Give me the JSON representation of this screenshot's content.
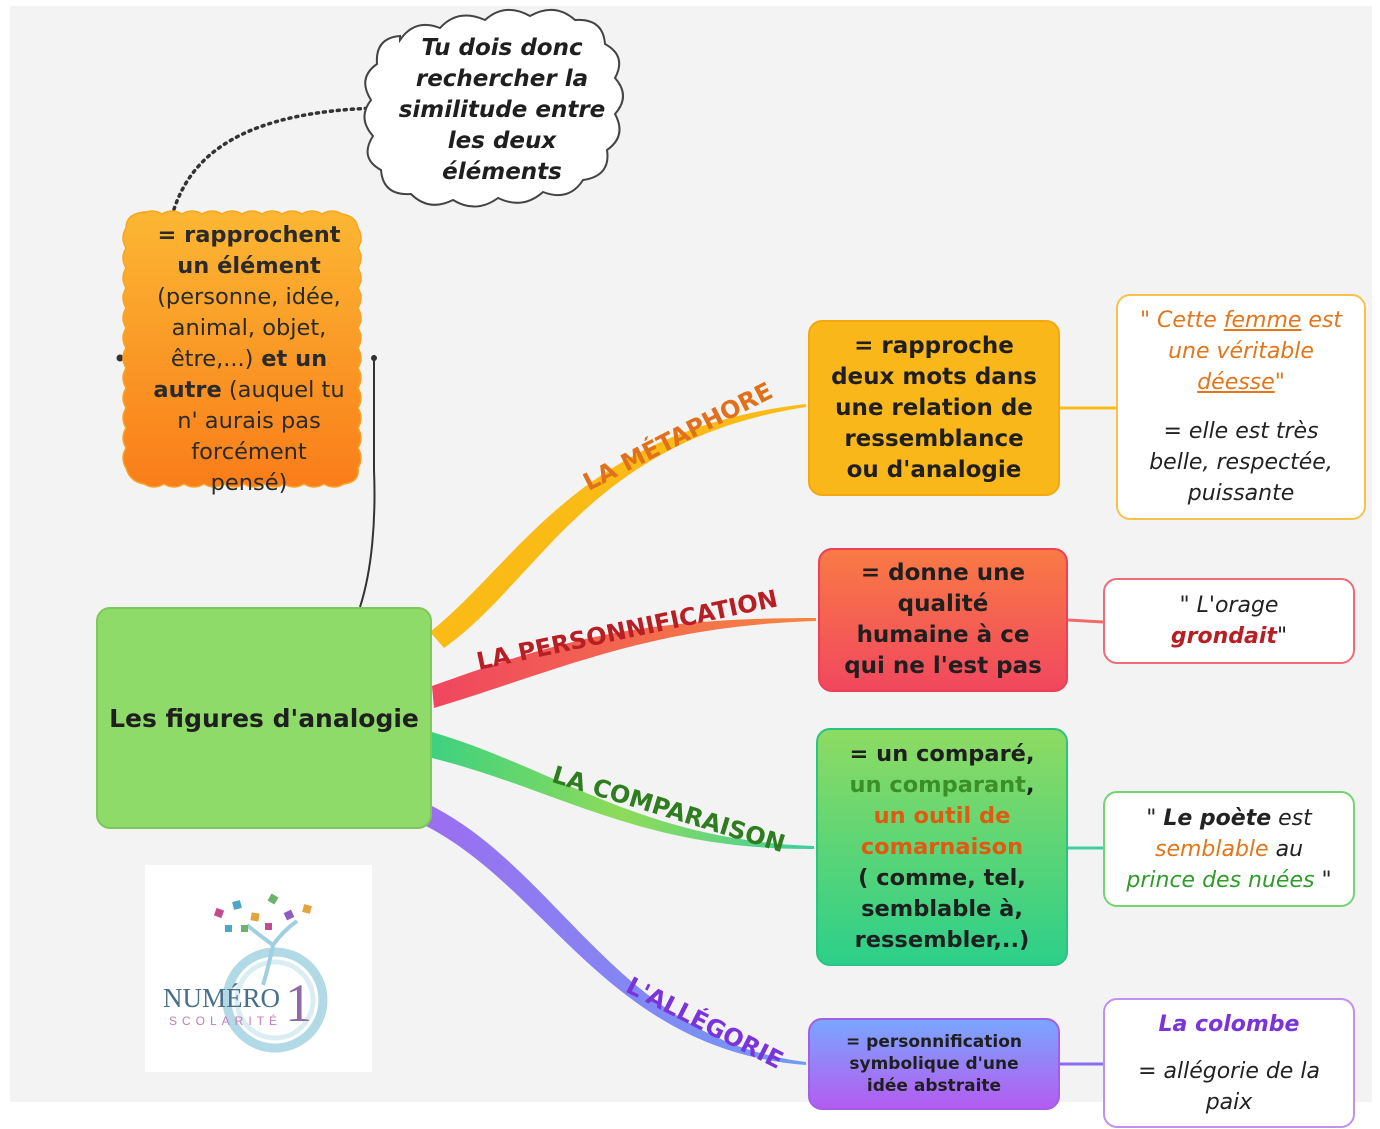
{
  "central": {
    "label": "Les figures d'analogie"
  },
  "cloud_note": {
    "lines": [
      "Tu dois donc",
      "rechercher la",
      "similitude entre",
      "les deux",
      "éléments"
    ]
  },
  "side_note": {
    "l1": "= rapprochent",
    "l2": "un élément",
    "l3": "(personne, idée,",
    "l4": "animal, objet,",
    "l5a": "être,...)",
    "l5b": " et un",
    "l6a": "autre",
    "l6b": " (auquel tu",
    "l7": "n' aurais pas",
    "l8": "forcément",
    "l9": "pensé)"
  },
  "branches": {
    "metaphore": {
      "label": "LA MÉTAPHORE",
      "color": "#e0701b",
      "definition": [
        "= rapproche",
        "deux mots dans",
        "une relation de",
        "ressemblance",
        "ou d'analogie"
      ],
      "example": {
        "q1": "\" Cette ",
        "q2": "femme",
        "q3": " est",
        "q4": "une véritable",
        "q5": "déesse",
        "q6": "\"",
        "e1": "= elle est très",
        "e2": "belle, respectée,",
        "e3": "puissante"
      }
    },
    "personnification": {
      "label": "LA PERSONNIFICATION",
      "color": "#b81f25",
      "definition": [
        "= donne une",
        "qualité",
        "humaine à ce",
        "qui ne l'est pas"
      ],
      "example": {
        "l1": "\" L'orage",
        "l2": "grondait",
        "l3": "\""
      }
    },
    "comparaison": {
      "label": "LA COMPARAISON",
      "color": "#2e7d1e",
      "definition": {
        "l1": "= un comparé,",
        "l2": "un comparant",
        "l2b": ",",
        "l3": "un outil de",
        "l4": "comarnaison",
        "l5": "( comme, tel,",
        "l6": "semblable à,",
        "l7": "ressembler,..)"
      },
      "example": {
        "a": "\" ",
        "b": "Le poète",
        "c": " est",
        "d": "semblable",
        "e": " au",
        "f": "prince des nuées",
        "g": " \""
      }
    },
    "allegorie": {
      "label": "L'ALLÉGORIE",
      "color": "#7b34d9",
      "definition": [
        "= personnification",
        "symbolique d'une",
        "idée abstraite"
      ],
      "example": {
        "title": "La colombe",
        "l1": "= allégorie de la",
        "l2": "paix"
      }
    }
  },
  "logo": {
    "word": "NUMÉRO",
    "digit": "1",
    "sub": "SCOLARITÉ"
  }
}
